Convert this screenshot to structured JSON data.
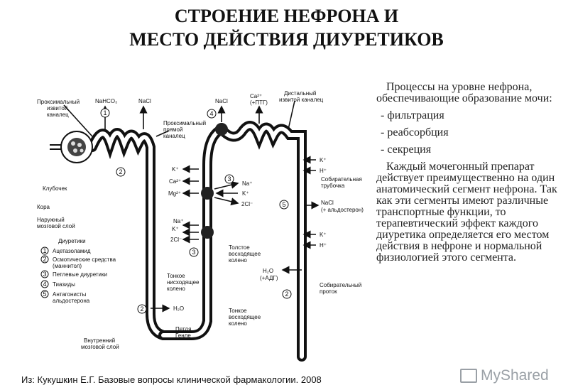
{
  "title": {
    "line1": "СТРОЕНИЕ НЕФРОНА И",
    "line2": "МЕСТО ДЕЙСТВИЯ ДИУРЕТИКОВ"
  },
  "text": {
    "intro": "Процессы на уровне нефрона, обеспечивающие образование мочи:",
    "bullets": [
      "- фильтрация",
      "- реабсорбция",
      "- секреция"
    ],
    "body": "Каждый мочегонный препарат действует преимущественно на один анатомический сегмент нефрона. Так как эти сегменты имеют различные транспортные функции, то терапевтический эффект каждого диуретика определяется его местом действия в нефроне и нормальной физиологией этого сегмента."
  },
  "source": "Из: Кукушкин Е.Г. Базовые вопросы клинической фармакологии. 2008",
  "watermark": "MyShared",
  "diagram": {
    "labels": {
      "proximal_convoluted": [
        "Проксимальный",
        "извитой",
        "каналец"
      ],
      "proximal_straight": [
        "Проксимальный",
        "прямой",
        "каналец"
      ],
      "distal_convoluted": [
        "Дистальный",
        "извитой каналец"
      ],
      "collecting_tubule": [
        "Собирательная",
        "трубочка"
      ],
      "collecting_duct": [
        "Собирательный",
        "проток"
      ],
      "glomerulus": "Клубочек",
      "cortex": "Кора",
      "outer_medulla": [
        "Наружный",
        "мозговой слой"
      ],
      "inner_medulla": [
        "Внутренний",
        "мозговой слой"
      ],
      "thick_ascending": [
        "Толстое",
        "восходящее",
        "колено"
      ],
      "thin_descending": [
        "Тонкое",
        "нисходящее",
        "колено"
      ],
      "thin_ascending": [
        "Тонкое",
        "восходящее",
        "колено"
      ],
      "loop_henle": [
        "Петля",
        "Генле"
      ]
    },
    "transport": {
      "nahco3": "NaHCO₃",
      "nacl": "NaCl",
      "nacl_distal": "NaCl",
      "ca": "Ca²⁺",
      "pth": "(+ПТГ)",
      "k_plus": "K⁺",
      "h_plus": "H⁺",
      "ca_plus": "Ca²⁺",
      "mg_plus": "Mg²⁺",
      "na_plus": "Na⁺",
      "two_cl": "2Cl⁻",
      "h2o": "H₂O",
      "nacl_aldo": "NaCl",
      "aldo": "(+ альдостерон)",
      "h2o_adh": "H₂O",
      "adh": "(+АДГ)"
    },
    "legend_title": "Диуретики",
    "legend": [
      {
        "num": "1",
        "label": "Ацетазоламид"
      },
      {
        "num": "2",
        "label": "Осмотические средства"
      },
      {
        "num": "",
        "label": "(маннитол)"
      },
      {
        "num": "3",
        "label": "Петлевые диуретики"
      },
      {
        "num": "4",
        "label": "Тиазиды"
      },
      {
        "num": "5",
        "label": "Антагонисты"
      },
      {
        "num": "",
        "label": "альдостерона"
      }
    ],
    "site_numbers": [
      "1",
      "2",
      "3",
      "3",
      "4",
      "5",
      "2",
      "2"
    ]
  }
}
